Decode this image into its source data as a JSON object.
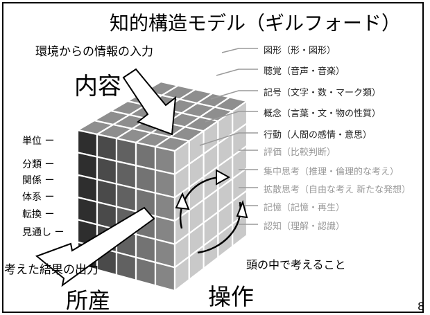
{
  "title": "知的構造モデル（ギルフォード）",
  "labels": {
    "input": "環境からの情報の入力",
    "content": "内容",
    "output": "考えた結果の出力",
    "product": "所産",
    "thinking": "頭の中で考えること",
    "operation": "操作"
  },
  "product_items": [
    "単位 ー",
    "分類 ー",
    "関係 ー",
    "体系 ー",
    "転換 ー",
    "見通し ー"
  ],
  "content_items": [
    "図形（形・図形）",
    "聴覚（音声・音楽）",
    "記号（文字・数・マーク類）",
    "概念（言葉・文・物の性質）",
    "行動（人間の感情・意思）"
  ],
  "operation_items": [
    "評価（比較判断）",
    "集中思考（推理・倫理的な考え）",
    "拡散思考（自由な考え 新たな発想）",
    "記憶（記憶・再生）",
    "認知（理解・認識）"
  ],
  "page_number": "8"
}
